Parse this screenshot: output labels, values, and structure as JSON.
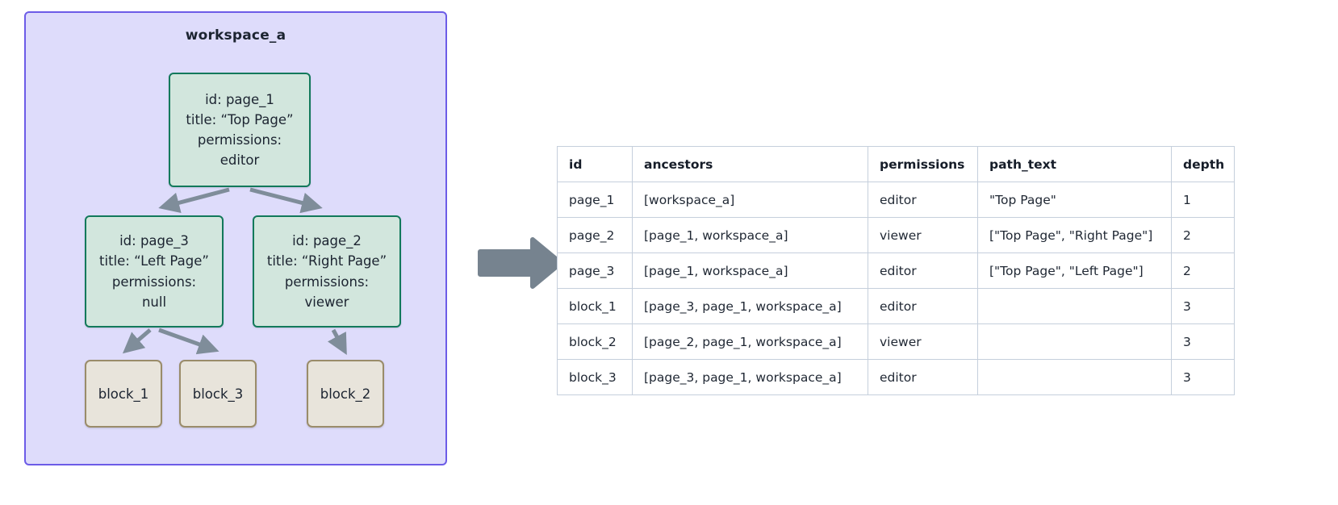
{
  "workspace": {
    "title": "workspace_a",
    "border_color": "#6C5CE7",
    "fill_color": "#DEDCFB"
  },
  "colors": {
    "page_node_fill": "#D2E6DD",
    "page_node_border": "#12795B",
    "block_node_fill": "#E8E4DB",
    "block_node_border": "#9A8C6A",
    "edge_arrow": "#7F8D9A",
    "transition_arrow": "#76838F",
    "table_border": "#C5CFDC"
  },
  "tree": {
    "nodes": [
      {
        "key": "page_1",
        "type": "page",
        "lines": [
          "id: page_1",
          "title: “Top Page”",
          "permissions:",
          "editor"
        ]
      },
      {
        "key": "page_3",
        "type": "page",
        "lines": [
          "id: page_3",
          "title: “Left Page”",
          "permissions:",
          "null"
        ]
      },
      {
        "key": "page_2",
        "type": "page",
        "lines": [
          "id: page_2",
          "title: “Right Page”",
          "permissions:",
          "viewer"
        ]
      },
      {
        "key": "block_1",
        "type": "block",
        "label": "block_1"
      },
      {
        "key": "block_3",
        "type": "block",
        "label": "block_3"
      },
      {
        "key": "block_2",
        "type": "block",
        "label": "block_2"
      }
    ],
    "edges": [
      {
        "from": "page_1",
        "to": "page_3"
      },
      {
        "from": "page_1",
        "to": "page_2"
      },
      {
        "from": "page_3",
        "to": "block_1"
      },
      {
        "from": "page_3",
        "to": "block_3"
      },
      {
        "from": "page_2",
        "to": "block_2"
      }
    ]
  },
  "transition": {
    "icon": "right-arrow-icon"
  },
  "table": {
    "columns": [
      "id",
      "ancestors",
      "permissions",
      "path_text",
      "depth"
    ],
    "rows": [
      {
        "id": "page_1",
        "ancestors": "[workspace_a]",
        "permissions": "editor",
        "path_text": "\"Top Page\"",
        "depth": "1"
      },
      {
        "id": "page_2",
        "ancestors": "[page_1, workspace_a]",
        "permissions": "viewer",
        "path_text": "[\"Top Page\", \"Right Page\"]",
        "depth": "2"
      },
      {
        "id": "page_3",
        "ancestors": "[page_1, workspace_a]",
        "permissions": "editor",
        "path_text": "[\"Top Page\", \"Left Page\"]",
        "depth": "2"
      },
      {
        "id": "block_1",
        "ancestors": "[page_3, page_1, workspace_a]",
        "permissions": "editor",
        "path_text": "",
        "depth": "3"
      },
      {
        "id": "block_2",
        "ancestors": "[page_2, page_1, workspace_a]",
        "permissions": "viewer",
        "path_text": "",
        "depth": "3"
      },
      {
        "id": "block_3",
        "ancestors": "[page_3, page_1, workspace_a]",
        "permissions": "editor",
        "path_text": "",
        "depth": "3"
      }
    ]
  }
}
